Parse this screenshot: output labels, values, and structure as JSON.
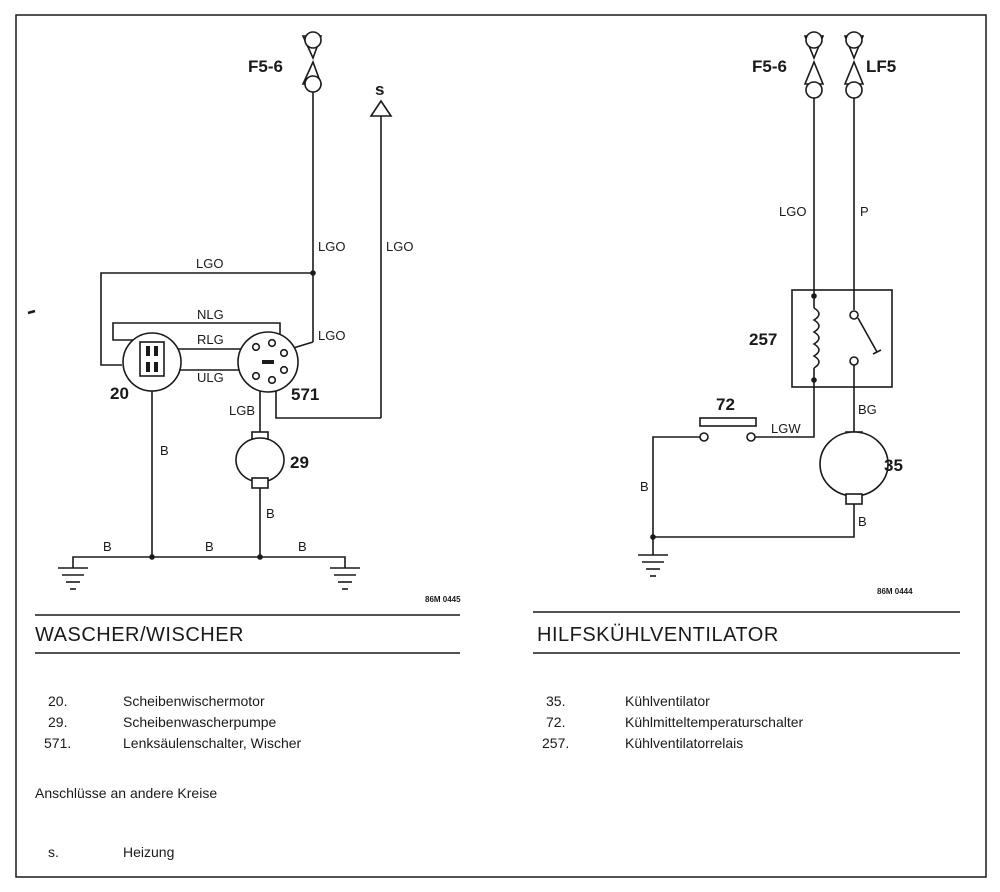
{
  "left_diagram": {
    "title": "WASCHER/WISCHER",
    "fuse": "F5-6",
    "connector_s": "s",
    "code": "86M 0445",
    "wires": {
      "lgo_top": "LGO",
      "lgo_main": "LGO",
      "lgo_mid": "LGO",
      "lgo_s": "LGO",
      "nlg": "NLG",
      "rlg": "RLG",
      "ulg": "ULG",
      "lgb": "LGB",
      "b_motor": "B",
      "b_pump": "B",
      "b_ground_1": "B",
      "b_ground_2": "B",
      "b_ground_3": "B"
    },
    "components": {
      "motor": "20",
      "pump": "29",
      "switch": "571"
    },
    "legend": [
      {
        "num": "20.",
        "text": "Scheibenwischermotor"
      },
      {
        "num": "29.",
        "text": "Scheibenwascherpumpe"
      },
      {
        "num": "571.",
        "text": "Lenksäulenschalter, Wischer"
      }
    ],
    "connections_heading": "Anschlüsse an andere Kreise",
    "connections": [
      {
        "num": "s.",
        "text": "Heizung"
      }
    ]
  },
  "right_diagram": {
    "title": "HILFSKÜHLVENTILATOR",
    "fuse_1": "F5-6",
    "fuse_2": "LF5",
    "code": "86M 0444",
    "wires": {
      "lgo": "LGO",
      "p": "P",
      "lgw": "LGW",
      "bg": "BG",
      "b_left": "B",
      "b_fan": "B"
    },
    "components": {
      "relay": "257",
      "temp_switch": "72",
      "fan": "35"
    },
    "legend": [
      {
        "num": "35.",
        "text": "Kühlventilator"
      },
      {
        "num": "72.",
        "text": "Kühlmitteltemperaturschalter"
      },
      {
        "num": "257.",
        "text": "Kühlventilatorrelais"
      }
    ]
  }
}
